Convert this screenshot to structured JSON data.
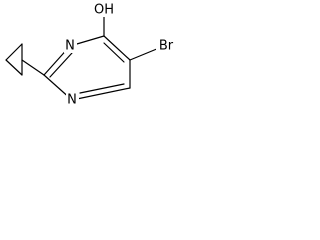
{
  "molecule": {
    "atom_labels": {
      "oh": "OH",
      "n_top": "N",
      "n_bottom": "N",
      "br": "Br"
    }
  }
}
